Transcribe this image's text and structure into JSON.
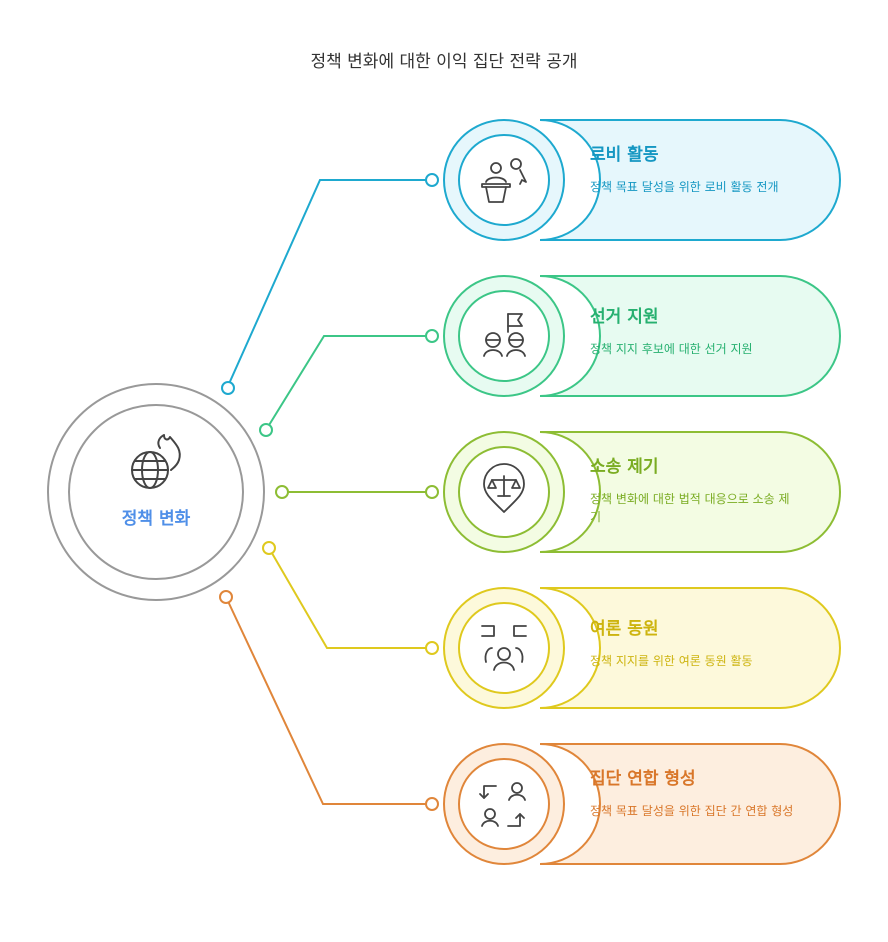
{
  "title": "정책 변화에 대한 이익 집단 전략 공개",
  "hub": {
    "label": "정책 변화",
    "icon": "globe-fire-icon",
    "ring_color": "#999999"
  },
  "items": [
    {
      "title": "로비 활동",
      "description": "정책 목표 달성을 위한 로비 활동 전개",
      "icon": "lobbying-icon",
      "stroke": "#1ea9cf",
      "fill": "#e6f7fc",
      "text_color": "#1597c2"
    },
    {
      "title": "선거 지원",
      "description": "정책 지지 후보에 대한 선거 지원",
      "icon": "election-support-icon",
      "stroke": "#3cc687",
      "fill": "#e7fbf1",
      "text_color": "#27b070"
    },
    {
      "title": "소송 제기",
      "description": "정책 변화에 대한 법적 대응으로 소송 제기",
      "icon": "legal-scale-icon",
      "stroke": "#8dbd34",
      "fill": "#f3fce3",
      "text_color": "#7aac22"
    },
    {
      "title": "여론 동원",
      "description": "정책 지지를 위한 여론 동원 활동",
      "icon": "public-mobilization-icon",
      "stroke": "#dfc91e",
      "fill": "#fdf9db",
      "text_color": "#cdb40f"
    },
    {
      "title": "집단 연합 형성",
      "description": "정책 목표 달성을 위한 집단 간 연합 형성",
      "icon": "coalition-icon",
      "stroke": "#e0863a",
      "fill": "#fdeedf",
      "text_color": "#d9772a"
    }
  ]
}
